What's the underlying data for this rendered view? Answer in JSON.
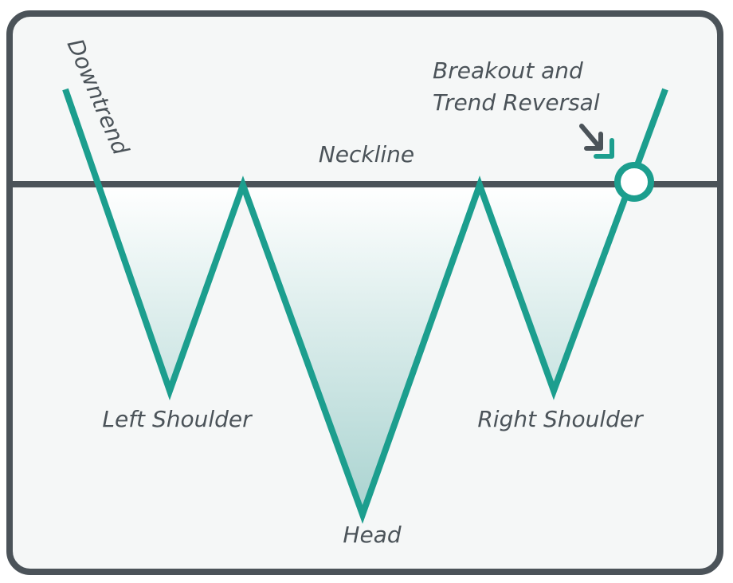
{
  "diagram": {
    "labels": {
      "downtrend": "Downtrend",
      "neckline": "Neckline",
      "breakout_line1": "Breakout and",
      "breakout_line2": "Trend Reversal",
      "left_shoulder": "Left Shoulder",
      "head": "Head",
      "right_shoulder": "Right Shoulder"
    },
    "colors": {
      "line": "#1c9e8e",
      "frame": "#4b5359",
      "text": "#4b5359",
      "fill_top": "#ffffff",
      "fill_bottom": "#a9d3d0",
      "background": "#f5f7f7"
    }
  }
}
